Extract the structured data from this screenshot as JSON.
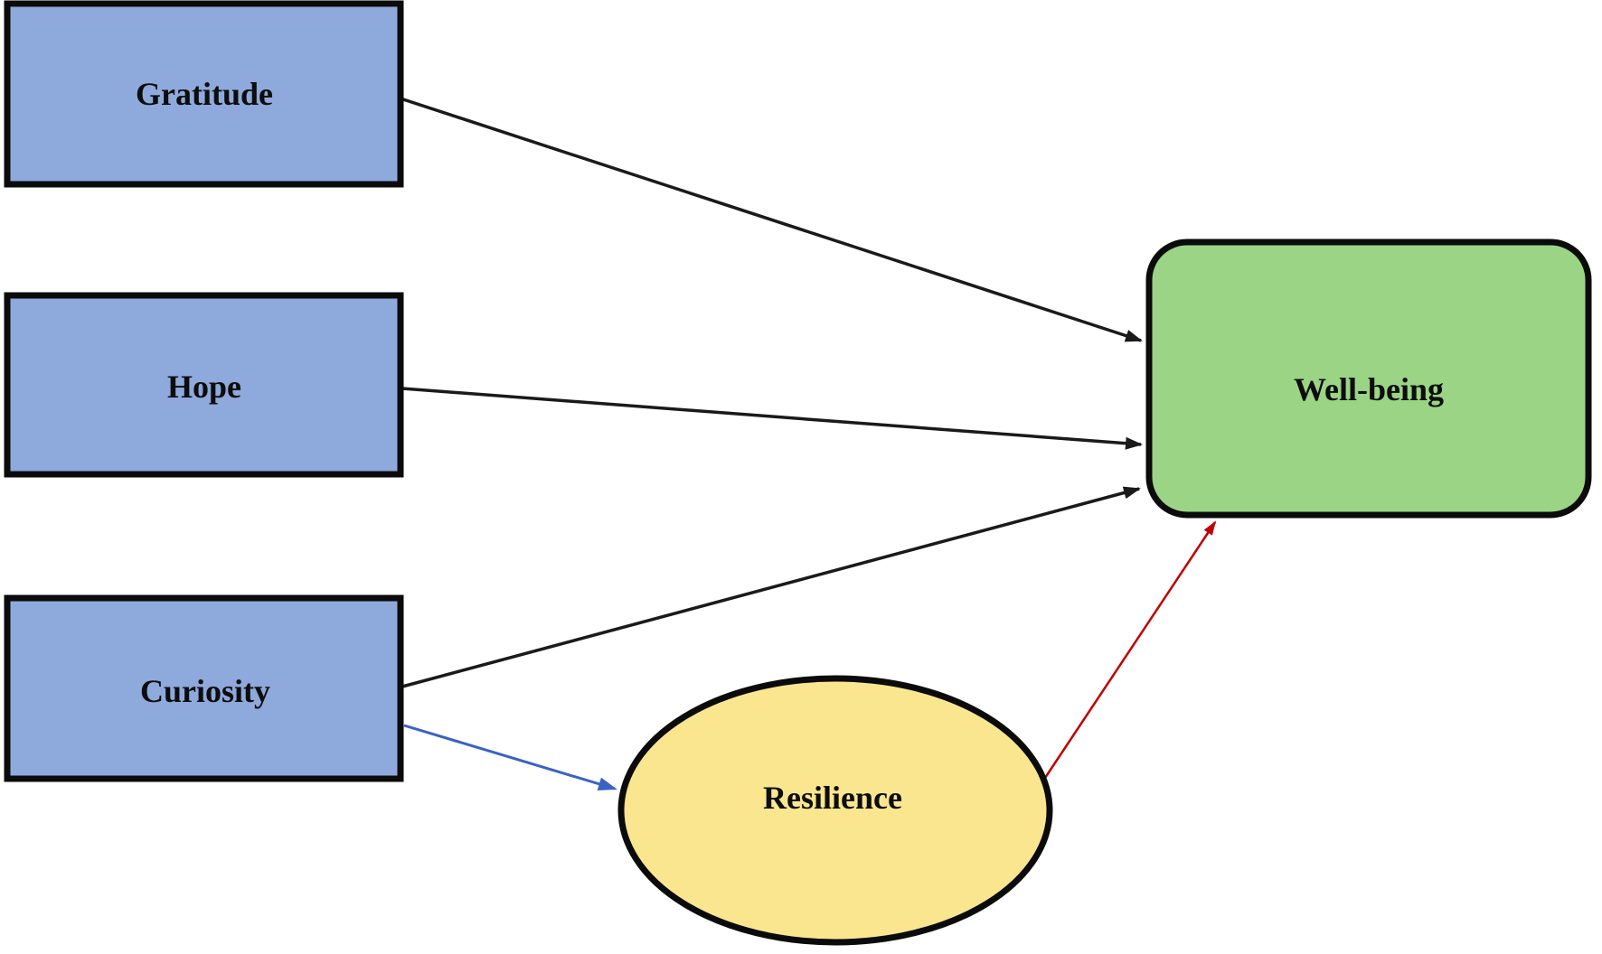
{
  "figure": {
    "kind": "path-model-diagram",
    "background": "#FFFFFF",
    "outline_color": "#0B0B0B"
  },
  "nodes": {
    "gratitude": {
      "label": "Gratitude",
      "shape": "rectangle",
      "fill": "#8EA9DB",
      "border": "#0B0B0B"
    },
    "hope": {
      "label": "Hope",
      "shape": "rectangle",
      "fill": "#8EA9DB",
      "border": "#0B0B0B"
    },
    "curiosity": {
      "label": "Curiosity",
      "shape": "rectangle",
      "fill": "#8EA9DB",
      "border": "#0B0B0B"
    },
    "resilience": {
      "label": "Resilience",
      "shape": "ellipse",
      "fill": "#FBE690",
      "border": "#0B0B0B"
    },
    "wellbeing": {
      "label": "Well-being",
      "shape": "rounded-rectangle",
      "fill": "#9BD485",
      "border": "#0B0B0B"
    }
  },
  "edges": [
    {
      "from": "Gratitude",
      "to": "Well-being",
      "color": "#1A1A1A",
      "style": "solid-arrow"
    },
    {
      "from": "Hope",
      "to": "Well-being",
      "color": "#1A1A1A",
      "style": "solid-arrow"
    },
    {
      "from": "Curiosity",
      "to": "Well-being",
      "color": "#1A1A1A",
      "style": "solid-arrow"
    },
    {
      "from": "Curiosity",
      "to": "Resilience",
      "color": "#3A62C4",
      "style": "solid-arrow"
    },
    {
      "from": "Resilience",
      "to": "Well-being",
      "color": "#C00000",
      "style": "solid-arrow"
    }
  ]
}
